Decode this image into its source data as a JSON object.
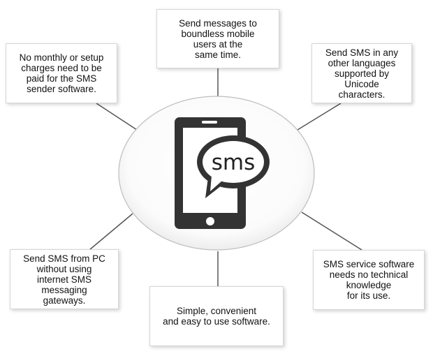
{
  "center": {
    "bubble_text": "sms"
  },
  "boxes": {
    "top": "Send messages to\nboundless mobile\nusers at the\nsame time.",
    "top_left": "No monthly or setup\ncharges need to be\npaid for the SMS\nsender software.",
    "top_right": "Send SMS in any\nother languages\nsupported by\nUnicode\ncharacters.",
    "bottom_left": "Send SMS from PC\nwithout using\ninternet SMS\nmessaging\ngateways.",
    "bottom": "Simple, convenient\nand easy to use software.",
    "bottom_right": "SMS service software\nneeds no technical\nknowledge\nfor its use."
  },
  "colors": {
    "phone": "#333333",
    "line": "#555555",
    "ellipse_edge": "#bdbdbd"
  }
}
